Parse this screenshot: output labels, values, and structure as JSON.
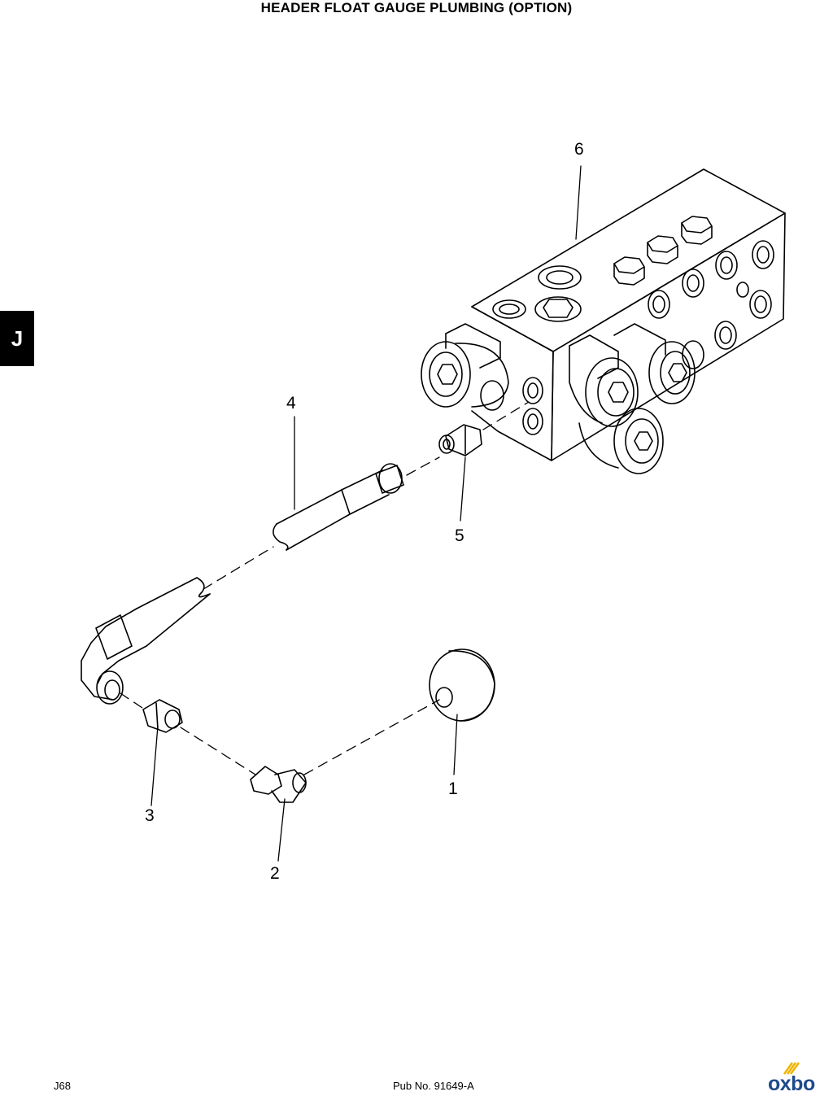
{
  "page": {
    "title": "HEADER FLOAT GAUGE PLUMBING (OPTION)",
    "section_tab": "J",
    "page_number": "J68",
    "pub_number": "Pub No. 91649-A",
    "logo_text": "oxbo"
  },
  "callouts": [
    {
      "id": "callout-6",
      "label": "6"
    },
    {
      "id": "callout-4",
      "label": "4"
    },
    {
      "id": "callout-5",
      "label": "5"
    },
    {
      "id": "callout-1",
      "label": "1"
    },
    {
      "id": "callout-3",
      "label": "3"
    },
    {
      "id": "callout-2",
      "label": "2"
    }
  ],
  "colors": {
    "ink": "#000000",
    "paper": "#ffffff",
    "logo_blue": "#1e4a8c",
    "logo_gold": "#f0b400"
  }
}
